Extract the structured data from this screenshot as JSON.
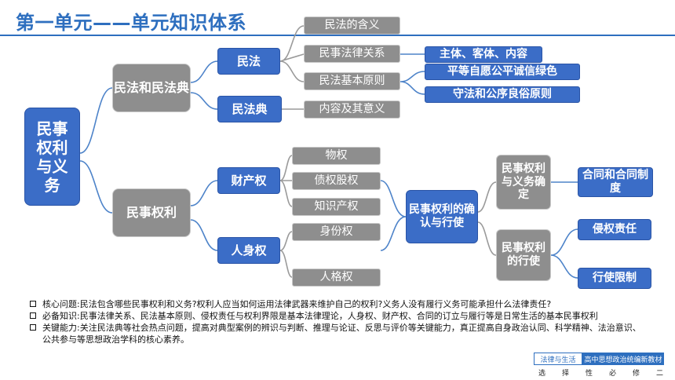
{
  "title": "第一单元——单元知识体系",
  "root": "民事权利与义务",
  "branches": {
    "civil_law_and_code": "民法和民法典",
    "civil_rights": "民事权利"
  },
  "civil_law": {
    "label": "民法",
    "items": [
      "民法的含义",
      "民事法律关系",
      "民法基本原则"
    ],
    "relation_detail": "主体、客体、内容",
    "principles": [
      "平等自愿公平诚信绿色",
      "守法和公序良俗原则"
    ]
  },
  "civil_code": {
    "label": "民法典",
    "item": "内容及其意义"
  },
  "property_rights": {
    "label": "财产权",
    "items": [
      "物权",
      "债权股权",
      "知识产权"
    ]
  },
  "personal_rights": {
    "label": "人身权",
    "items": [
      "身份权",
      "人格权"
    ]
  },
  "confirmation": {
    "label": "民事权利的确认与行使",
    "sub_a": "民事权利与义务确定",
    "sub_a_detail": "合同和合同制度",
    "sub_b": "民事权利的行使",
    "sub_b_details": [
      "侵权责任",
      "行使限制"
    ]
  },
  "notes": [
    "核心问题:民法包含哪些民事权利和义务?权利人应当如何运用法律武器来维护自己的权利?义务人没有履行义务可能承担什么法律责任?",
    "必备知识:民事法律关系、民法基本原则、侵权责任与权利界限是基本法律理论，人身权、财产权、合同的订立与履行等是日常生活的基本民事权利",
    "关键能力:关注民法典等社会热点问题，提高对典型案例的辨识与判断、推理与论证、反思与评价等关键能力，真正提高自身政治认同、科学精神、法治意识、公共参与等思想政治学科的核心素养。"
  ],
  "footer": {
    "book": "法律与生活",
    "series": "高中思想政治统编新教材",
    "subtitle": "选择性必修二"
  },
  "colors": {
    "accent_blue": "#3b6dc7",
    "title_blue": "#2e6fbf",
    "node_gray": "#8e8e8e"
  }
}
